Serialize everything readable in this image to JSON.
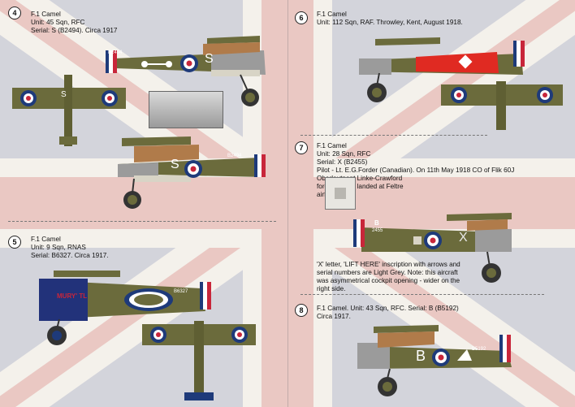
{
  "colors": {
    "olive": "#6b6b3c",
    "olive_dark": "#55552d",
    "roundel_blue": "#1e3a7a",
    "roundel_red": "#c8263a",
    "tan": "#b07b4a",
    "navy_cowl": "#22327a",
    "bright_red": "#e02a22"
  },
  "entries": [
    {
      "number": "4",
      "lines": [
        "F.1 Camel",
        "Unit: 45 Sqn, RFC",
        "Serial: S (B2494). Circa 1917"
      ]
    },
    {
      "number": "5",
      "lines": [
        "F.1 Camel",
        "Unit: 9 Sqn, RNAS",
        "Serial: B6327. Circa 1917."
      ]
    },
    {
      "number": "6",
      "lines": [
        "F.1 Camel",
        "Unit: 112 Sqn, RAF. Throwley, Kent, August 1918."
      ]
    },
    {
      "number": "7",
      "lines": [
        "F.1 Camel",
        "Unit: 28 Sqn, RFC",
        "Serial: X (B2455)",
        "Pilot - Lt. E.G.Forder (Canadian). On 11th May 1918 CO of Flik 60J",
        "Oberleutnant Linke-Crawford",
        "forced him to landed at Feltre",
        "airfield."
      ],
      "note": [
        "'X' letter, 'LIFT HERE' inscription with arrows and",
        "serial numbers are Light Grey. Note: this aircraft",
        "was asymmetrical cockpit opening - wider on the",
        "right side."
      ]
    },
    {
      "number": "8",
      "lines": [
        "F.1 Camel. Unit: 43 Sqn, RFC. Serial: B (B5192)",
        "Circa 1917."
      ]
    }
  ],
  "markings": {
    "p4_serial": "B2494",
    "p4_letter": "S",
    "p4b_serial": "B2494",
    "p4b_letter": "S",
    "p4_wing_letter": "S",
    "p5_serial": "B6327",
    "p5_name": "MURY' TL",
    "p7_serial": "2455",
    "p7_letter_b": "B",
    "p7_letter_x": "X",
    "p8_serial": "B5192",
    "p8_letter": "B"
  }
}
